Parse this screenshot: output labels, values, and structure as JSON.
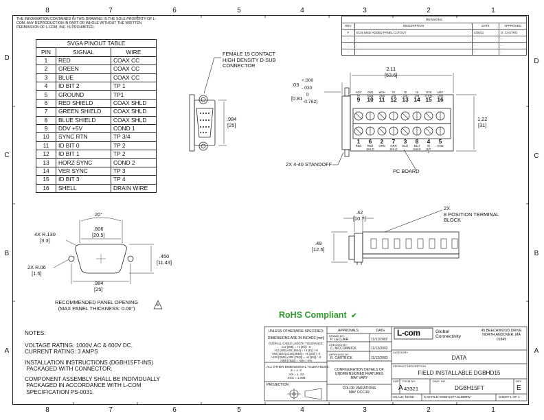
{
  "zones": {
    "top": [
      "8",
      "7",
      "6",
      "5",
      "4",
      "3",
      "2",
      "1"
    ],
    "bottom": [
      "8",
      "7",
      "6",
      "5",
      "4",
      "3",
      "2",
      "1"
    ],
    "left": [
      "D",
      "C",
      "B",
      "A"
    ],
    "right": [
      "D",
      "C",
      "B",
      "A"
    ]
  },
  "notice": "THE INFORMATION CONTAINED IN THIS DRAWING IS THE SOLE PROPERTY OF L-COM. ANY REPRODUCTION IN PART OR WHOLE WITHOUT THE WRITTEN PERMISSION OF L-COM, INC. IS PROHIBITED.",
  "revisions": {
    "title": "REVISIONS",
    "headers": [
      "REV",
      "DESCRIPTION",
      "DATE",
      "APPROVED"
    ],
    "rows": [
      [
        "F",
        "ECN 5463/ ADDED PANEL CUTOUT",
        "4/26/11",
        "O. CASTRO"
      ],
      [
        "-",
        "-",
        "-",
        "-"
      ],
      [
        "-",
        "-",
        "-",
        "-"
      ],
      [
        "-",
        "-",
        "-",
        "-"
      ]
    ]
  },
  "pinout": {
    "title": "SVGA PINOUT TABLE",
    "headers": [
      "PIN",
      "SIGNAL",
      "WIRE"
    ],
    "rows": [
      [
        "1",
        "RED",
        "COAX CC"
      ],
      [
        "2",
        "GREEN",
        "COAX CC"
      ],
      [
        "3",
        "BLUE",
        "COAX CC"
      ],
      [
        "4",
        "ID BIT 2",
        "TP 1"
      ],
      [
        "5",
        "GROUND",
        "TP1"
      ],
      [
        "6",
        "RED SHIELD",
        "COAX SHLD"
      ],
      [
        "7",
        "GREEN SHIELD",
        "COAX SHLD"
      ],
      [
        "8",
        "BLUE SHIELD",
        "COAX SHLD"
      ],
      [
        "9",
        "DDV +5V",
        "COND 1"
      ],
      [
        "10",
        "SYNC RTN",
        "TP 3/4"
      ],
      [
        "11",
        "ID BIT 0",
        "TP 2"
      ],
      [
        "12",
        "ID BIT 1",
        "TP 2"
      ],
      [
        "13",
        "HORZ SYNC",
        "COND 2"
      ],
      [
        "14",
        "VER SYNC",
        "TP 3"
      ],
      [
        "15",
        "ID BIT 3",
        "TP 4"
      ],
      [
        "16",
        "SHELL",
        "DRAIN WIRE"
      ]
    ]
  },
  "callouts": {
    "connector": "FEMALE 15 CONTACT\nHIGH DENSITY D-SUB\nCONNECTOR",
    "standoff": "2X 4-40 STANDOFF",
    "pcboard": "PC BOARD",
    "terminal": "2X\n8 POSITION TERMINAL\nBLOCK"
  },
  "dims": {
    "tol": ".03",
    "tol_plus": "+.000",
    "tol_minus": "-.030",
    "tol_mm": "[0.81",
    "tol_mm_plus": "0",
    "tol_mm_minus": "-0.762]",
    "width": "2.11\n[53.6]",
    "height_conn": ".984\n[25]",
    "height_board": "1.22\n[31]",
    "side_top": ".42\n[10.7]",
    "side_h": ".49\n[12.5]",
    "angle": "20°",
    "cut_w": ".806\n[20.5]",
    "cut_r": "4X R.130\n[3.3]",
    "cut_r2": "2X R.06\n[1.5]",
    "cut_h": ".450\n[11.43]",
    "cut_bottom": ".984\n[25]"
  },
  "terminal_top": {
    "labels": [
      "+5\nDDV",
      "RTN\nSNC",
      "SNC\nHOR",
      "BIT\nID",
      "BIT\nID",
      "BIT\nID",
      "SHLD\nBLU",
      "SNC\nVER"
    ],
    "numbers": [
      "9",
      "10",
      "11",
      "12",
      "13",
      "14",
      "15",
      "16"
    ]
  },
  "terminal_bottom": {
    "numbers": [
      "1",
      "6",
      "2",
      "7",
      "3",
      "8",
      "4",
      "5"
    ],
    "labels": [
      "RED\n",
      "RED\nSHLD",
      "GRN\n",
      "GRN\nSHLD",
      "BLU\n",
      "BLU\nSHLD",
      "ID\nBIT\n2",
      "GND\n"
    ]
  },
  "panel_note": "RECOMMENDED PANEL OPENING\n(MAX PANEL THICKNESS: 0.06\")",
  "panel_flag": "E",
  "rohs": "RoHS Compliant",
  "notes": {
    "heading": "NOTES:",
    "items": [
      "VOLTAGE RATING: 1000V AC & 600V DC.\nCURRENT RATING: 3 AMPS",
      "INSTALLATION INSTRUCTIONS (DGBH15FT-INS)\n PACKAGED WITH CONNECTOR.",
      "COMPONENT ASSEMBLY SHALL BE INDIVIDUALLY\n PACKAGED IN ACCORDANCE WITH L-COM\n SPECIFICATION PS-0031."
    ]
  },
  "titleblock": {
    "unless": "UNLESS OTHERWISE SPECIFIED:",
    "dims_in": "DIMENSIONS ARE IN INCHES [mm]",
    "cable_tol": "OVERALL CABLE LENGTH TOLERANCE:\n≤12 [305] = +1 [25] / -0\n>12 [305] ≤60 [1524] = +2 [51] / -0\n>60 [1524] ≤120 [3048] = +4 [102] / -0\n>120 [3048] ≤300 [7620] = +6 [152] / -0\n>300 [7620] = +5% / -0%",
    "other_tol": "ALL OTHER DIMENSIONAL TOLERANCES:\nX = ± .2\n.XX = ± .02\n.XXX = ±.005",
    "projection": "PROJECTION",
    "approvals": "APPROVALS",
    "date": "DATE",
    "drawn_by": "DRAWN BY:",
    "drawn_name": "P. LECLAIR",
    "drawn_date": "11/11/2002",
    "checked_by": "CHECKED BY:",
    "checked_name": "C. MCCORMICK",
    "checked_date": "11/12/2002",
    "approved_by": "APPROVED BY:",
    "approved_name": "R. CARTRICK",
    "approved_date": "11/12/2002",
    "config": "CONFIGURATION DETAILS OF\nUNDIMENSIONED FEATURES\nMAY VARY",
    "color": "COLOR VARIATIONS\nMAY OCCUR",
    "logo": "L-com",
    "logo_tag": "Global\nConnectivity",
    "address": "45 BEECHWOOD DRIVE\nNORTH ANDOVER, MA\n01845",
    "category_label": "CATEGORY",
    "category": "DATA",
    "prod_desc_label": "PRODUCT DESCRIPTION",
    "prod_desc": "FIELD INSTALLABLE DGBHD15",
    "size_label": "SIZE",
    "size": "A",
    "fscm_label": "FSCM NO.",
    "fscm": "43321",
    "dwg_label": "DWG. NO.",
    "dwg": "DGBH15FT",
    "rev_label": "REV",
    "rev": "E",
    "scale": "SCALE: NONE",
    "cad": "CAD FILE:   DGBH15FT.SLDDRW",
    "sheet": "SHEET 1 OF 1"
  }
}
